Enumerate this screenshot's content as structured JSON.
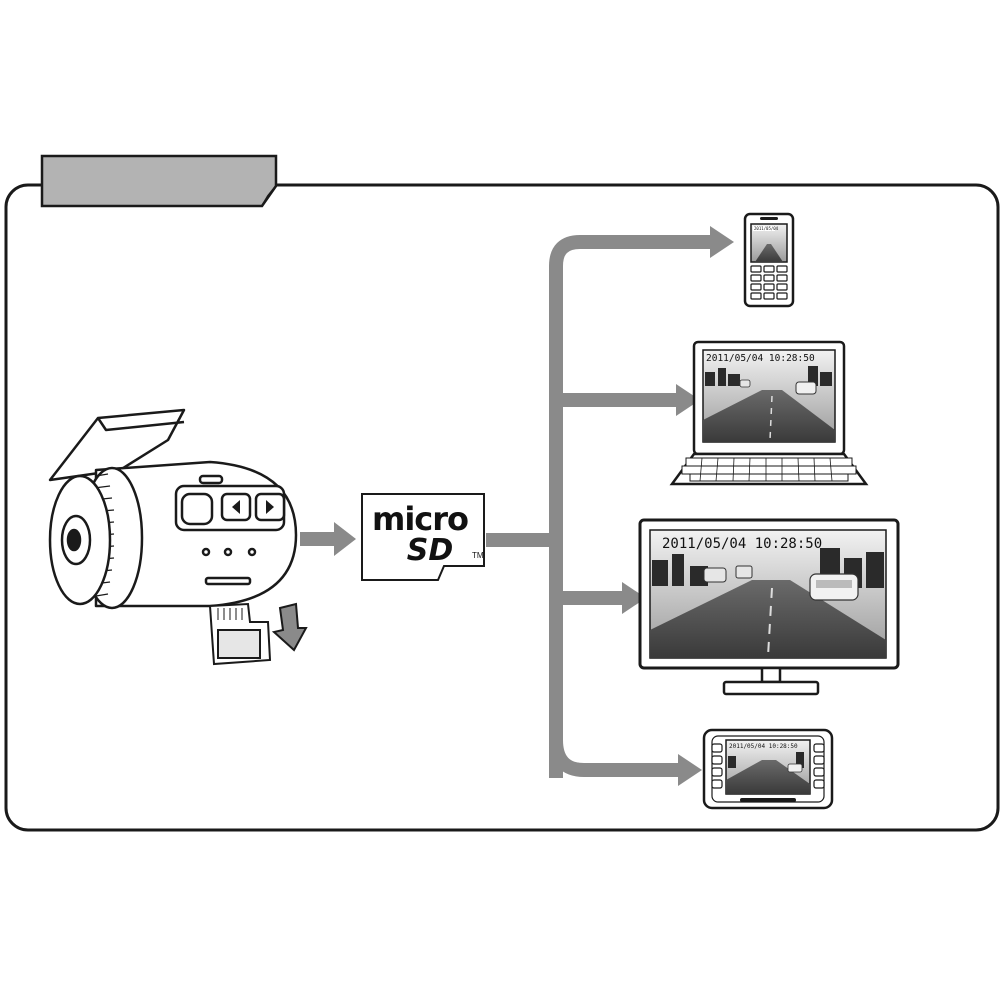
{
  "tab": {
    "label": ""
  },
  "card": {
    "logo_top": "micro",
    "logo_bottom": "SD",
    "trademark": "TM"
  },
  "timestamps": {
    "phone": "2011/05/04",
    "laptop": "2011/05/04 10:28:50",
    "monitor": "2011/05/04 10:28:50",
    "car": "2011/05/04 10:28:50"
  },
  "colors": {
    "arrow": "#8a8a8a",
    "outline": "#1a1a1a",
    "tab_fill": "#b3b3b3",
    "screen_dark": "#3a3a3a"
  }
}
